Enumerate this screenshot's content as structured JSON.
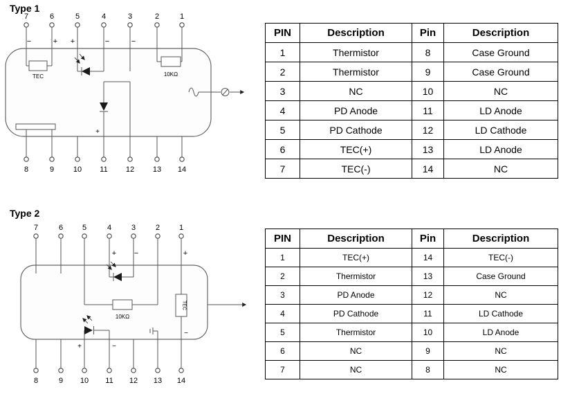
{
  "type1": {
    "title": "Type 1",
    "diagram": {
      "top_pins": [
        "7",
        "6",
        "5",
        "4",
        "3",
        "2",
        "1"
      ],
      "bottom_pins": [
        "8",
        "9",
        "10",
        "11",
        "12",
        "13",
        "14"
      ],
      "tec_label": "TEC",
      "resistor_label": "10KΩ",
      "signs": {
        "pin7": "−",
        "pin6": "+",
        "pin5": "+",
        "pin4": "−",
        "pin3": "−",
        "pin11": "+"
      }
    },
    "table": {
      "headers": [
        "PIN",
        "Description",
        "Pin",
        "Description"
      ],
      "rows": [
        [
          "1",
          "Thermistor",
          "8",
          "Case Ground"
        ],
        [
          "2",
          "Thermistor",
          "9",
          "Case Ground"
        ],
        [
          "3",
          "NC",
          "10",
          "NC"
        ],
        [
          "4",
          "PD Anode",
          "11",
          "LD Anode"
        ],
        [
          "5",
          "PD Cathode",
          "12",
          "LD Cathode"
        ],
        [
          "6",
          "TEC(+)",
          "13",
          "LD Anode"
        ],
        [
          "7",
          "TEC(-)",
          "14",
          "NC"
        ]
      ]
    }
  },
  "type2": {
    "title": "Type 2",
    "diagram": {
      "top_pins": [
        "7",
        "6",
        "5",
        "4",
        "3",
        "2",
        "1"
      ],
      "bottom_pins": [
        "8",
        "9",
        "10",
        "11",
        "12",
        "13",
        "14"
      ],
      "tec_label": "TEC",
      "resistor_label": "10KΩ",
      "signs": {
        "pin4": "+",
        "pin3": "−",
        "pin1": "+",
        "pin10": "+",
        "pin11": "−",
        "pin14": "−"
      }
    },
    "table": {
      "headers": [
        "PIN",
        "Description",
        "Pin",
        "Description"
      ],
      "rows": [
        [
          "1",
          "TEC(+)",
          "14",
          "TEC(-)"
        ],
        [
          "2",
          "Thermistor",
          "13",
          "Case Ground"
        ],
        [
          "3",
          "PD Anode",
          "12",
          "NC"
        ],
        [
          "4",
          "PD Cathode",
          "11",
          "LD Cathode"
        ],
        [
          "5",
          "Thermistor",
          "10",
          "LD Anode"
        ],
        [
          "6",
          "NC",
          "9",
          "NC"
        ],
        [
          "7",
          "NC",
          "8",
          "NC"
        ]
      ]
    }
  }
}
